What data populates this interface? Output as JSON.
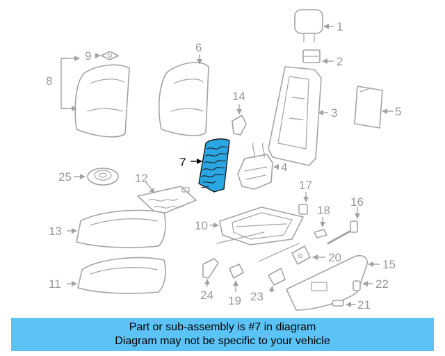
{
  "callouts": {
    "c1": "1",
    "c2": "2",
    "c3": "3",
    "c4": "4",
    "c5": "5",
    "c6": "6",
    "c7": "7",
    "c8": "8",
    "c9": "9",
    "c10": "10",
    "c11": "11",
    "c12": "12",
    "c13": "13",
    "c14": "14",
    "c15": "15",
    "c16": "16",
    "c17": "17",
    "c18": "18",
    "c19": "19",
    "c20": "20",
    "c21": "21",
    "c22": "22",
    "c23": "23",
    "c24": "24",
    "c25": "25"
  },
  "highlighted_part": "7",
  "colors": {
    "highlight_fill": "#2aa7e2",
    "caption_background": "#5bc3f5",
    "line_art": "#a3a3a3"
  },
  "caption": {
    "line1": "Part or sub-assembly is #7 in diagram",
    "line2": "Diagram may not be specific to your vehicle"
  }
}
